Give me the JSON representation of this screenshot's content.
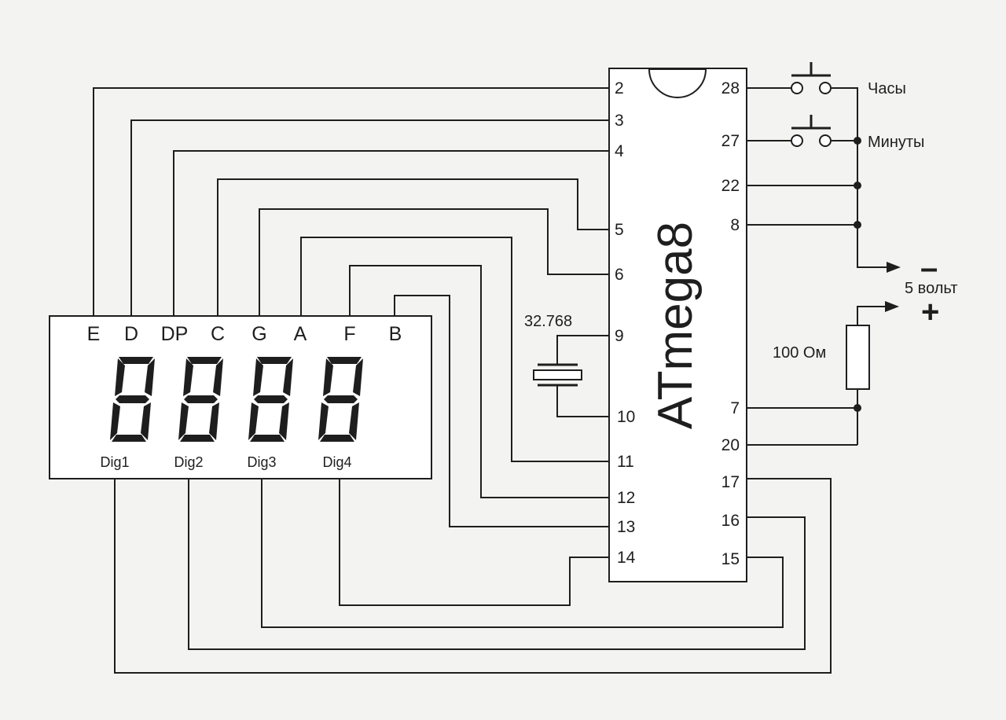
{
  "chip": {
    "name": "ATmega8",
    "left_pins": [
      "2",
      "3",
      "4",
      "5",
      "6",
      "9",
      "10",
      "11",
      "12",
      "13",
      "14"
    ],
    "right_pins": [
      "28",
      "27",
      "22",
      "8",
      "7",
      "20",
      "17",
      "16",
      "15"
    ]
  },
  "display": {
    "segments": [
      "E",
      "D",
      "DP",
      "C",
      "G",
      "A",
      "F",
      "B"
    ],
    "digits": [
      "Dig1",
      "Dig2",
      "Dig3",
      "Dig4"
    ]
  },
  "crystal": {
    "label": "32.768"
  },
  "buttons": {
    "hours": "Часы",
    "minutes": "Минуты"
  },
  "power": {
    "minus": "–",
    "voltage": "5 вольт",
    "plus": "+"
  },
  "resistor": {
    "label": "100 Ом"
  },
  "colors": {
    "ink": "#1e1e1e",
    "background": "#f3f3f1",
    "component_fill": "#ffffff"
  }
}
